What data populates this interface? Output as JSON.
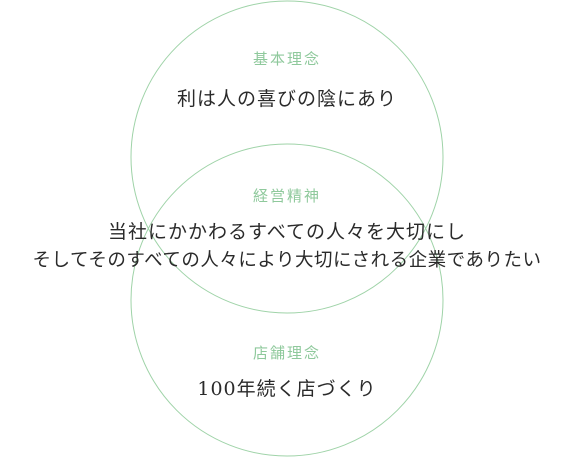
{
  "colors": {
    "circle_stroke": "#9fd3a8",
    "label": "#8fc99c",
    "text": "#2a2a2a"
  },
  "top": {
    "label": "基本理念",
    "text": "利は人の喜びの陰にあり"
  },
  "middle": {
    "label": "経営精神",
    "line1": "当社にかかわるすべての人々を大切にし",
    "line2": "そしてそのすべての人々により大切にされる企業でありたい"
  },
  "bottom": {
    "label": "店舗理念",
    "text": "100年続く店づくり"
  }
}
